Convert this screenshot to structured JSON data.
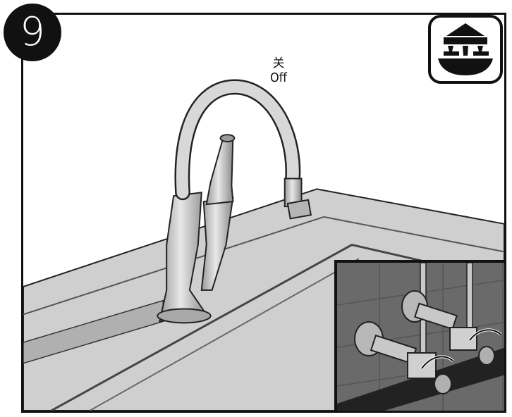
{
  "step": {
    "number": "9"
  },
  "label": {
    "chinese": "关",
    "english": "Off"
  },
  "icons": {
    "top_right": "sink-faucet-icon"
  },
  "colors": {
    "ink": "#111111",
    "tile": "#6a6a6a",
    "metal": "#c8c8c8"
  }
}
